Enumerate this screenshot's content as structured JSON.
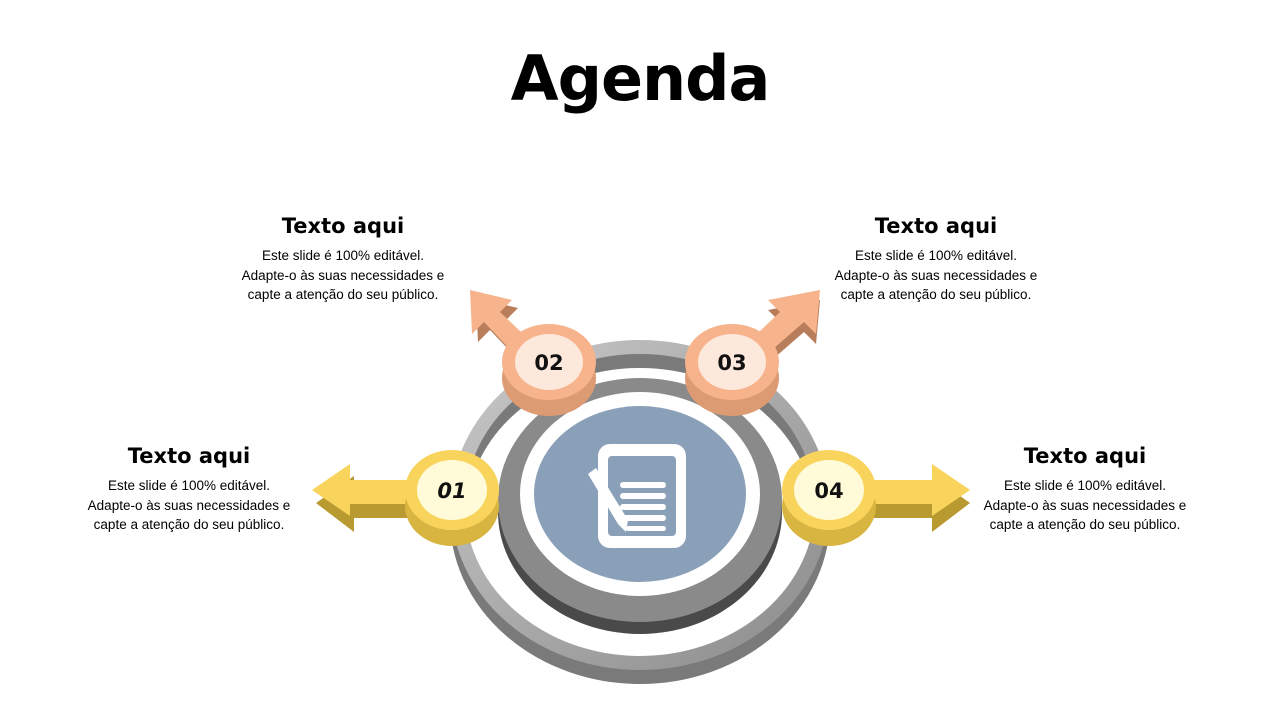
{
  "title": "Agenda",
  "items": [
    {
      "number": "01",
      "heading": "Texto aqui",
      "lines": [
        "Este slide é 100% editável.",
        "Adapte-o  às suas necessidades e",
        "capte a atenção do  seu público."
      ]
    },
    {
      "number": "02",
      "heading": "Texto aqui",
      "lines": [
        "Este slide é 100% editável.",
        "Adapte-o  às suas necessidades e",
        "capte a atenção do  seu público."
      ]
    },
    {
      "number": "03",
      "heading": "Texto aqui",
      "lines": [
        "Este slide é 100% editável.",
        "Adapte-o  às suas necessidades e",
        "capte a atenção do  seu público."
      ]
    },
    {
      "number": "04",
      "heading": "Texto aqui",
      "lines": [
        "Este slide é 100% editável.",
        "Adapte-o  às suas necessidades e",
        "capte a atenção do  seu público."
      ]
    }
  ],
  "colors": {
    "yellow": "#f9d45c",
    "orange": "#f7b48c",
    "blue": "#8aa0b8",
    "gray": "#8a8a8a"
  },
  "center_icon": "document-pen-icon"
}
